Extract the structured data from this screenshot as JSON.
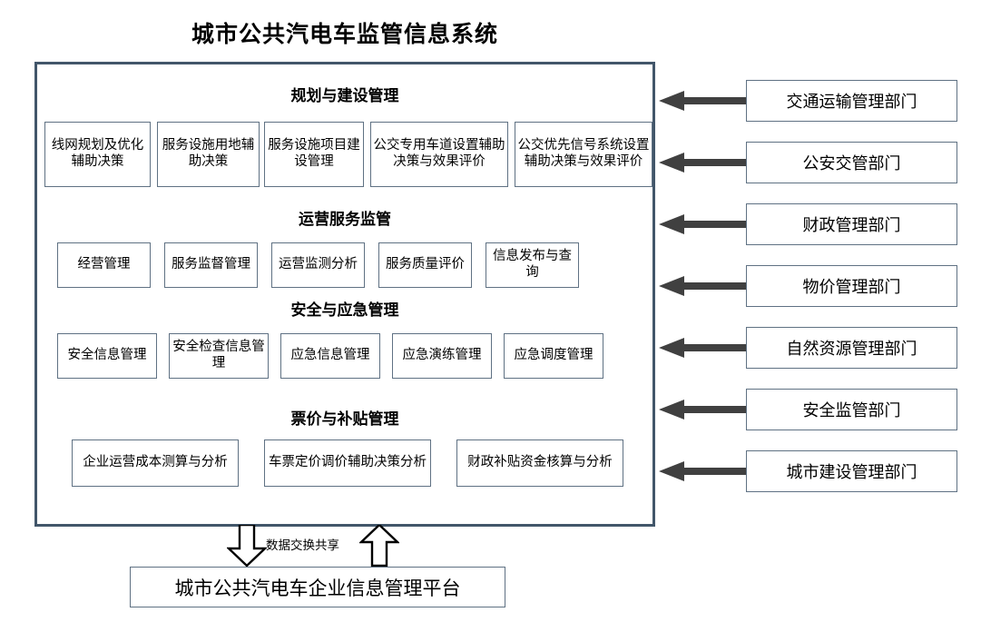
{
  "title": "城市公共汽电车监管信息系统",
  "system": {
    "sections": [
      {
        "heading": "规划与建设管理",
        "modules": [
          "线网规划及优化辅助决策",
          "服务设施用地辅助决策",
          "服务设施项目建设管理",
          "公交专用车道设置辅助决策与效果评价",
          "公交优先信号系统设置辅助决策与效果评价"
        ]
      },
      {
        "heading": "运营服务监管",
        "modules": [
          "经营管理",
          "服务监督管理",
          "运营监测分析",
          "服务质量评价",
          "信息发布与查询"
        ]
      },
      {
        "heading": "安全与应急管理",
        "modules": [
          "安全信息管理",
          "安全检查信息管理",
          "应急信息管理",
          "应急演练管理",
          "应急调度管理"
        ]
      },
      {
        "heading": "票价与补贴管理",
        "modules": [
          "企业运营成本测算与分析",
          "车票定价调价辅助决策分析",
          "财政补贴资金核算与分析"
        ]
      }
    ]
  },
  "departments": [
    "交通运输管理部门",
    "公安交管部门",
    "财政管理部门",
    "物价管理部门",
    "自然资源管理部门",
    "安全监管部门",
    "城市建设管理部门"
  ],
  "exchange": {
    "label": "数据交换共享",
    "down_arrow_icon": "block-arrow-down-icon",
    "up_arrow_icon": "block-arrow-up-icon"
  },
  "platform": {
    "label": "城市公共汽电车企业信息管理平台"
  },
  "colors": {
    "frame_border": "#42566a",
    "box_border": "#5f7183",
    "arrow_fill": "#404040",
    "background": "#ffffff",
    "text": "#000000"
  }
}
